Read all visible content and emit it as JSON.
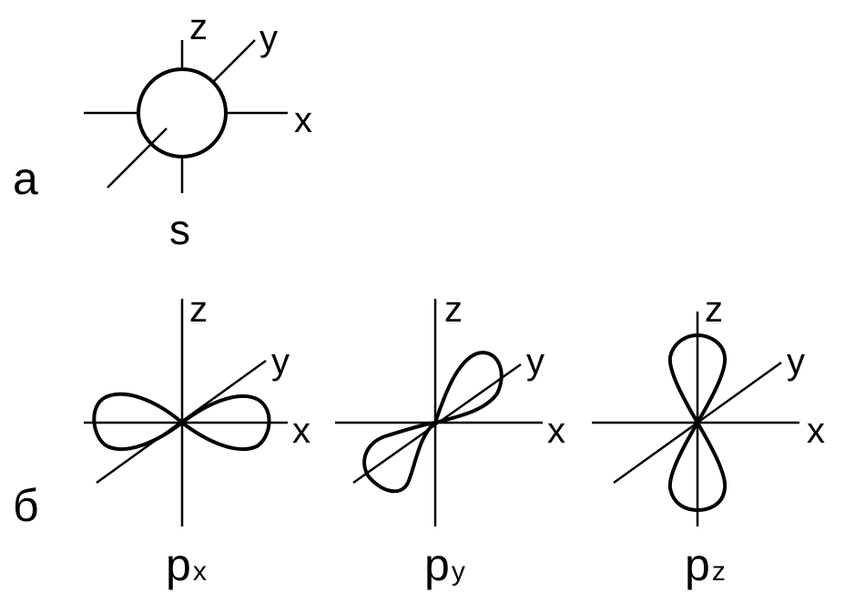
{
  "section_a": {
    "marker": "а",
    "orbital": {
      "name": "s",
      "axes": {
        "x": "x",
        "y": "y",
        "z": "z"
      }
    }
  },
  "section_b": {
    "marker": "б",
    "orbitals": [
      {
        "name": "p",
        "subscript": "x",
        "axes": {
          "x": "x",
          "y": "y",
          "z": "z"
        }
      },
      {
        "name": "p",
        "subscript": "y",
        "axes": {
          "x": "x",
          "y": "y",
          "z": "z"
        }
      },
      {
        "name": "p",
        "subscript": "z",
        "axes": {
          "x": "x",
          "y": "y",
          "z": "z"
        }
      }
    ]
  },
  "colors": {
    "ink": "#000000",
    "background": "#ffffff"
  }
}
